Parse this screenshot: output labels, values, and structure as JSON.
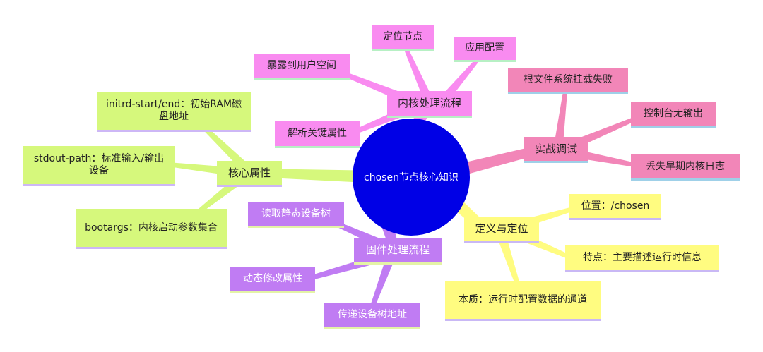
{
  "center": {
    "label": "chosen节点核心知识"
  },
  "colors": {
    "center": "#0000e6",
    "kernel_flow": "#f98bf0",
    "debug": "#f286b8",
    "definition": "#fffc80",
    "firmware_flow": "#c07cf3",
    "core_props": "#d6f87c"
  },
  "branches": {
    "kernel_flow": {
      "label": "内核处理流程",
      "children": [
        "定位节点",
        "应用配置",
        "暴露到用户空间",
        "解析关键属性"
      ]
    },
    "debug": {
      "label": "实战调试",
      "children": [
        "根文件系统挂载失败",
        "控制台无输出",
        "丢失早期内核日志"
      ]
    },
    "definition": {
      "label": "定义与定位",
      "children": [
        "位置：/chosen",
        "特点：主要描述运行时信息",
        "本质：运行时配置数据的通道"
      ]
    },
    "firmware_flow": {
      "label": "固件处理流程",
      "children": [
        "读取静态设备树",
        "动态修改属性",
        "传递设备树地址"
      ]
    },
    "core_props": {
      "label": "核心属性",
      "children": [
        "initrd-start/end：初始RAM磁盘地址",
        "stdout-path：标准输入/输出设备",
        "bootargs：内核启动参数集合"
      ]
    }
  }
}
